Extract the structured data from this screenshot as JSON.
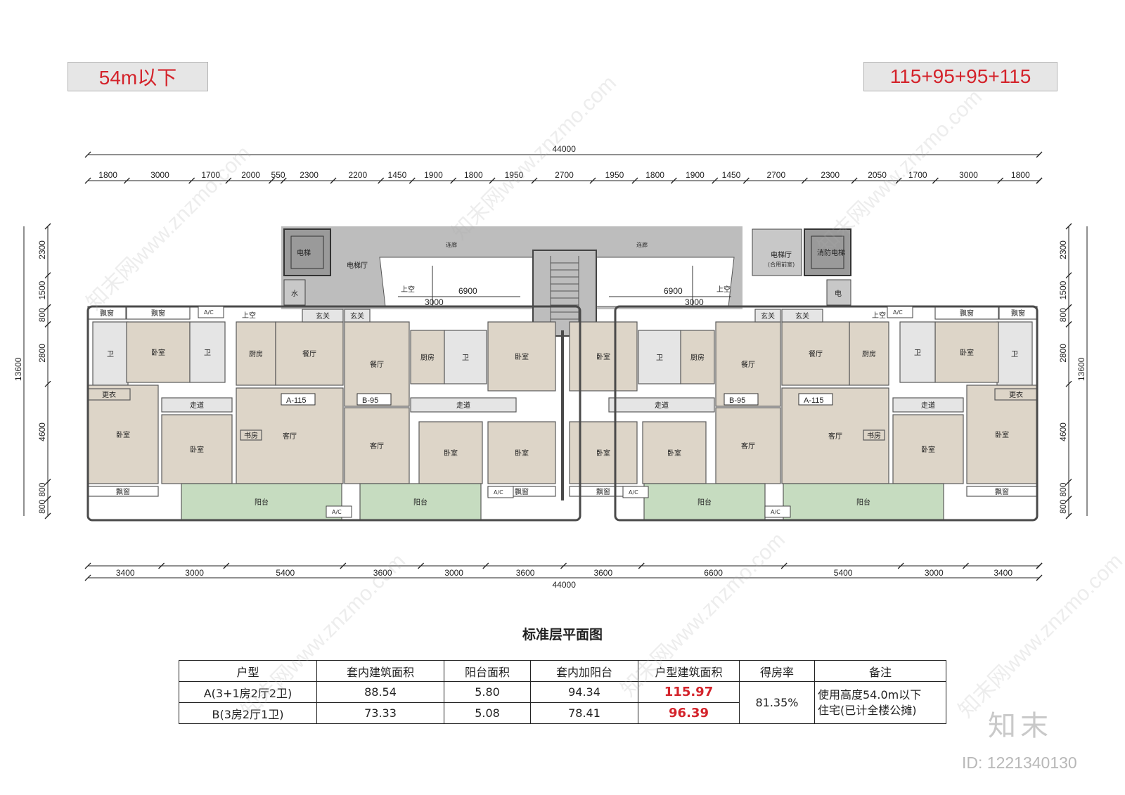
{
  "header": {
    "height_tag": "54m以下",
    "mix_tag": "115+95+95+115"
  },
  "plan": {
    "title": "标准层平面图",
    "top_total": "44000",
    "top_dims": [
      "1800",
      "3000",
      "1700",
      "2000",
      "550",
      "2300",
      "2200",
      "1450",
      "1900",
      "1800",
      "1950",
      "2700",
      "1950",
      "1800",
      "1900",
      "1450",
      "2700",
      "2300",
      "2050",
      "1700",
      "3000",
      "1800"
    ],
    "bottom_total": "44000",
    "bottom_dims": [
      "3400",
      "3000",
      "5400",
      "3600",
      "3000",
      "3600",
      "3600",
      "6600",
      "5400",
      "3000",
      "3400"
    ],
    "left_total": "13600",
    "left_dims": [
      "2300",
      "1500",
      "800",
      "2800",
      "4600",
      "800",
      "800"
    ],
    "right_total": "13600",
    "right_dims": [
      "2300",
      "1500",
      "800",
      "2800",
      "4600",
      "800",
      "800"
    ],
    "inner_dims": {
      "void_left": "6900",
      "void_right": "6900",
      "void_h_left": "3000",
      "void_h_right": "3000"
    },
    "core": {
      "corridor": "连廊",
      "elevator": "电梯",
      "elevator_hall": "电梯厅",
      "elevator_hall_2": "电梯厅",
      "elevator_hall_2_note": "(合用前室)",
      "fire_elevator": "消防电梯",
      "water": "水",
      "electric": "电",
      "void": "上空"
    },
    "rooms": {
      "bedroom": "卧室",
      "bay_window": "飘窗",
      "bath": "卫",
      "kitchen": "厨房",
      "dining": "餐厅",
      "living": "客厅",
      "study": "书房",
      "closet": "更衣",
      "hall": "走道",
      "entry": "玄关",
      "balcony": "阳台",
      "ac": "A/C",
      "void": "上空"
    },
    "units": {
      "a": "A-115",
      "b": "B-95"
    }
  },
  "area_table": {
    "headers": [
      "户型",
      "套内建筑面积",
      "阳台面积",
      "套内加阳台",
      "户型建筑面积",
      "得房率",
      "备注"
    ],
    "rows": [
      {
        "type": "A(3+1房2厅2卫)",
        "inner": "88.54",
        "balcony": "5.80",
        "inner_plus": "94.34",
        "gross": "115.97"
      },
      {
        "type": "B(3房2厅1卫)",
        "inner": "73.33",
        "balcony": "5.08",
        "inner_plus": "78.41",
        "gross": "96.39"
      }
    ],
    "ratio": "81.35%",
    "note_line1": "使用高度54.0m以下",
    "note_line2": "住宅(已计全楼公摊)"
  },
  "watermark": {
    "logo": "知末",
    "id": "ID: 1221340130",
    "site": "知末网www.znzmo.com"
  },
  "colors": {
    "accent_red": "#d4232b",
    "core_gray": "#bdbdbd",
    "room_beige": "#ddd5c8",
    "balcony_green": "#c6dcc0",
    "wall": "#4a4a4a"
  }
}
